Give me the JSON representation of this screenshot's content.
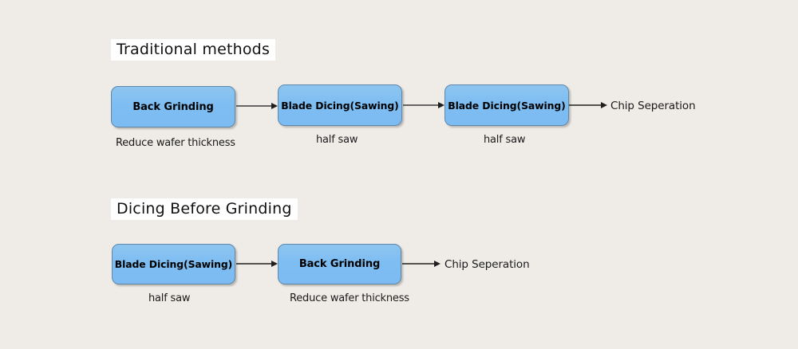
{
  "diagram": {
    "background_color": "#efece8",
    "box_fill_color": "#7dbdf2",
    "box_border_color": "#5f87a8",
    "heading_background_color": "#ffffff",
    "text_color": "#000000",
    "arrow_color": "#333333",
    "sections": [
      {
        "id": "traditional",
        "heading": "Traditional methods",
        "nodes": [
          {
            "label": "Back Grinding",
            "caption": "Reduce wafer thickness"
          },
          {
            "label": "Blade Dicing(Sawing)",
            "caption": "half saw"
          },
          {
            "label": "Blade Dicing(Sawing)",
            "caption": "half saw"
          }
        ],
        "terminal": "Chip Seperation"
      },
      {
        "id": "dicing-before-grinding",
        "heading": "Dicing Before Grinding",
        "nodes": [
          {
            "label": "Blade Dicing(Sawing)",
            "caption": "half saw"
          },
          {
            "label": "Back Grinding",
            "caption": "Reduce wafer thickness"
          }
        ],
        "terminal": "Chip Seperation"
      }
    ]
  }
}
